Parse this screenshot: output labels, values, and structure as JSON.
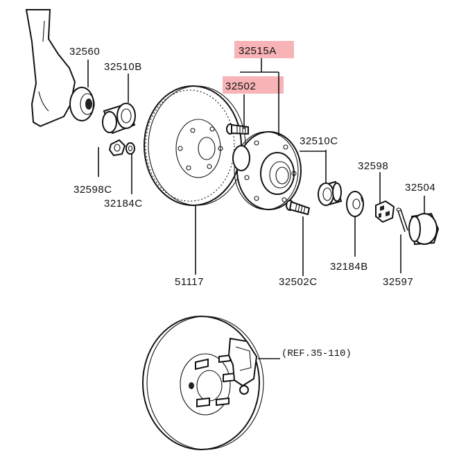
{
  "parts": {
    "knuckle": "32560",
    "outer_bearing": "32510B",
    "nut_left": "32598C",
    "washer_left": "32184C",
    "disc": "51117",
    "hub_assembly": "32515A",
    "hub": "32502",
    "hub_bolt": "32502C",
    "inner_bearing": "32510C",
    "lock_washer": "32184B",
    "nut_lock": "32598",
    "cotter_pin": "32597",
    "grease_cap": "32504"
  },
  "reference": "(REF.35-110)",
  "colors": {
    "highlight": "#f7b3b6",
    "ink": "#111111"
  }
}
